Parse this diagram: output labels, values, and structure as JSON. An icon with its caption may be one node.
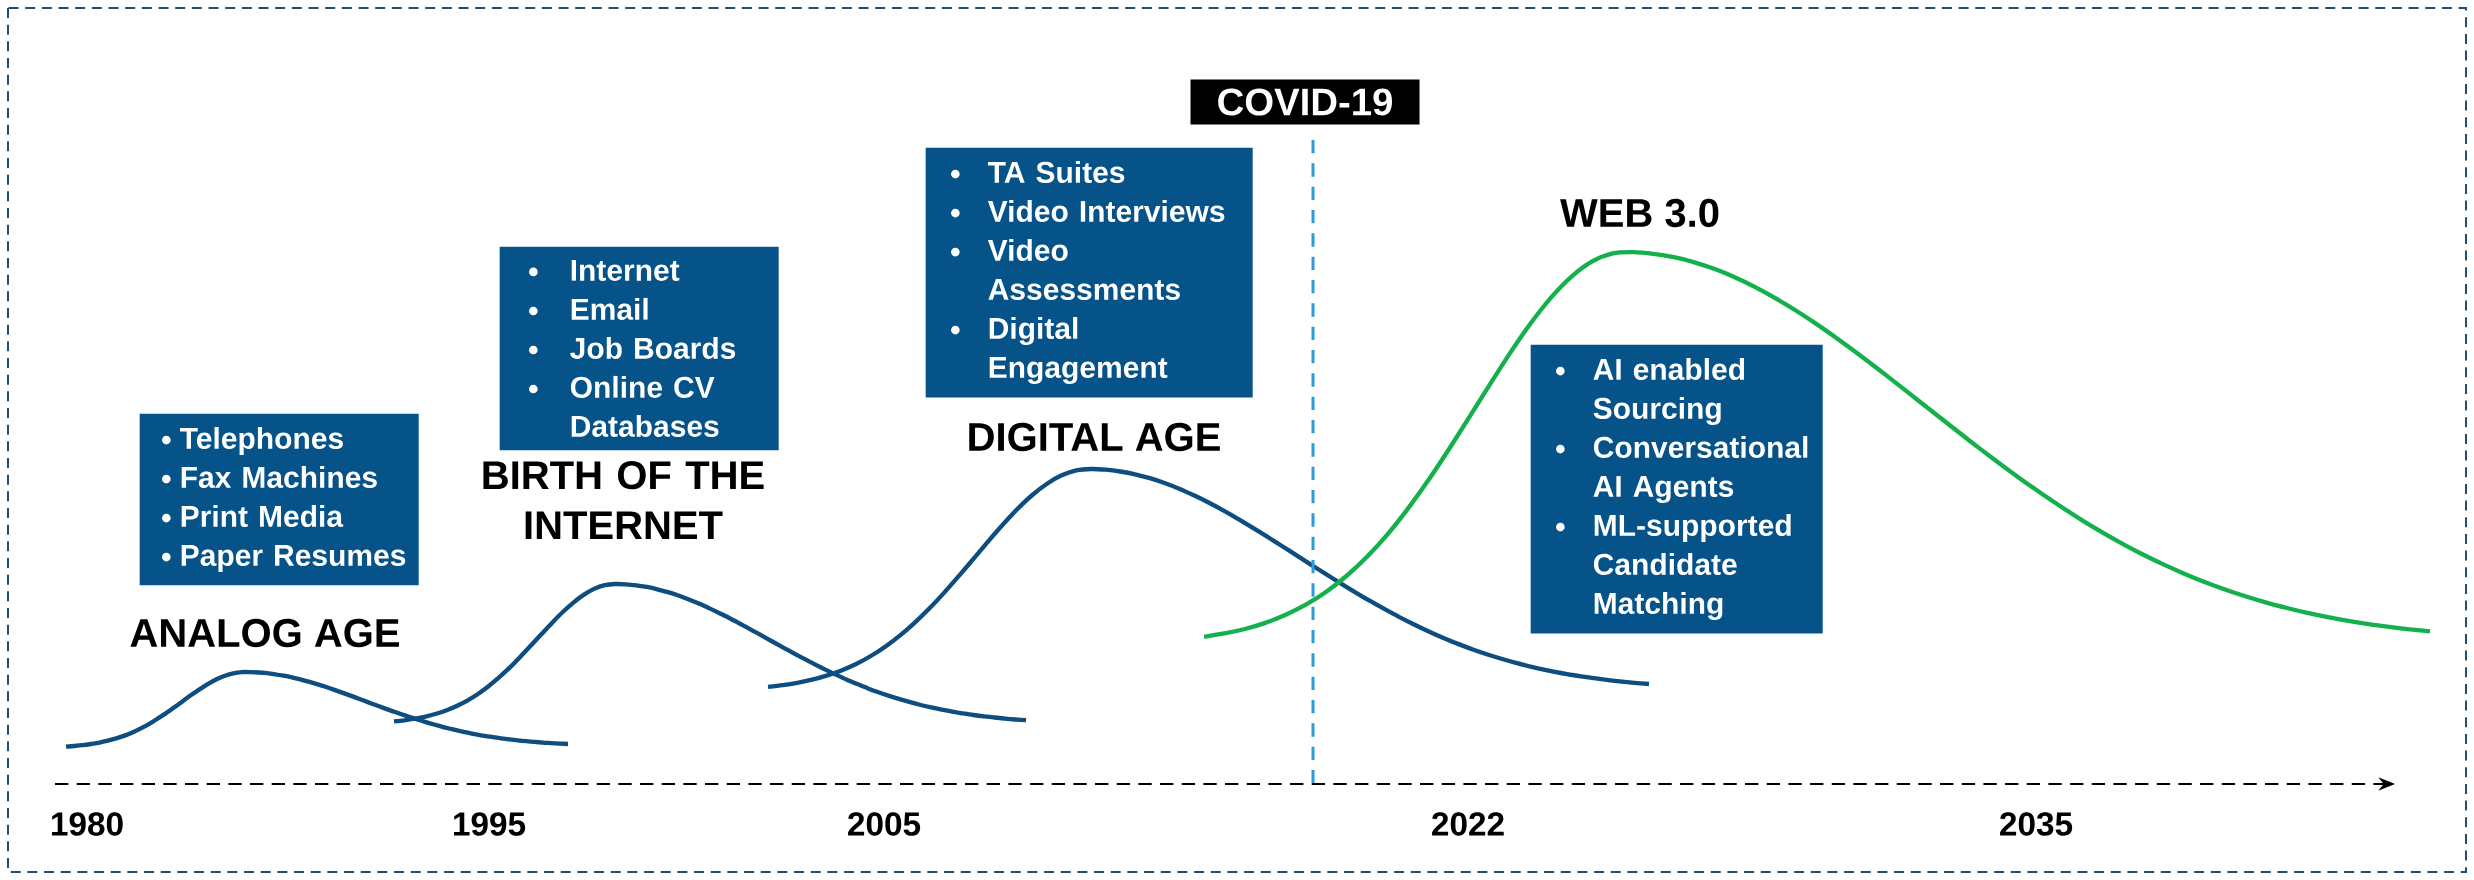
{
  "diagram": {
    "nodes": [
      {
        "text": [
          "Telephones",
          "Fax Machines",
          "Print Media",
          "Paper Resumes"
        ],
        "beside": [
          "ANALOG AGE"
        ]
      },
      {
        "text": [
          "Internet",
          "Email",
          "Job Boards",
          "Online CV Databases"
        ],
        "beside": [
          "BIRTH OF THE INTERNET"
        ]
      },
      {
        "text": [
          "TA Suites",
          "Video Interviews",
          "Video Assessments",
          "Digital Engagement"
        ],
        "beside": [
          "DIGITAL AGE"
        ]
      },
      {
        "text": [
          "COVID-19"
        ]
      },
      {
        "text": [
          "AI enabled Sourcing",
          "Conversational AI Agents",
          "ML-supported Candidate Matching"
        ]
      }
    ],
    "labels": [
      "WEB 3.0",
      "1980",
      "1995",
      "2005",
      "2022",
      "2035"
    ]
  }
}
